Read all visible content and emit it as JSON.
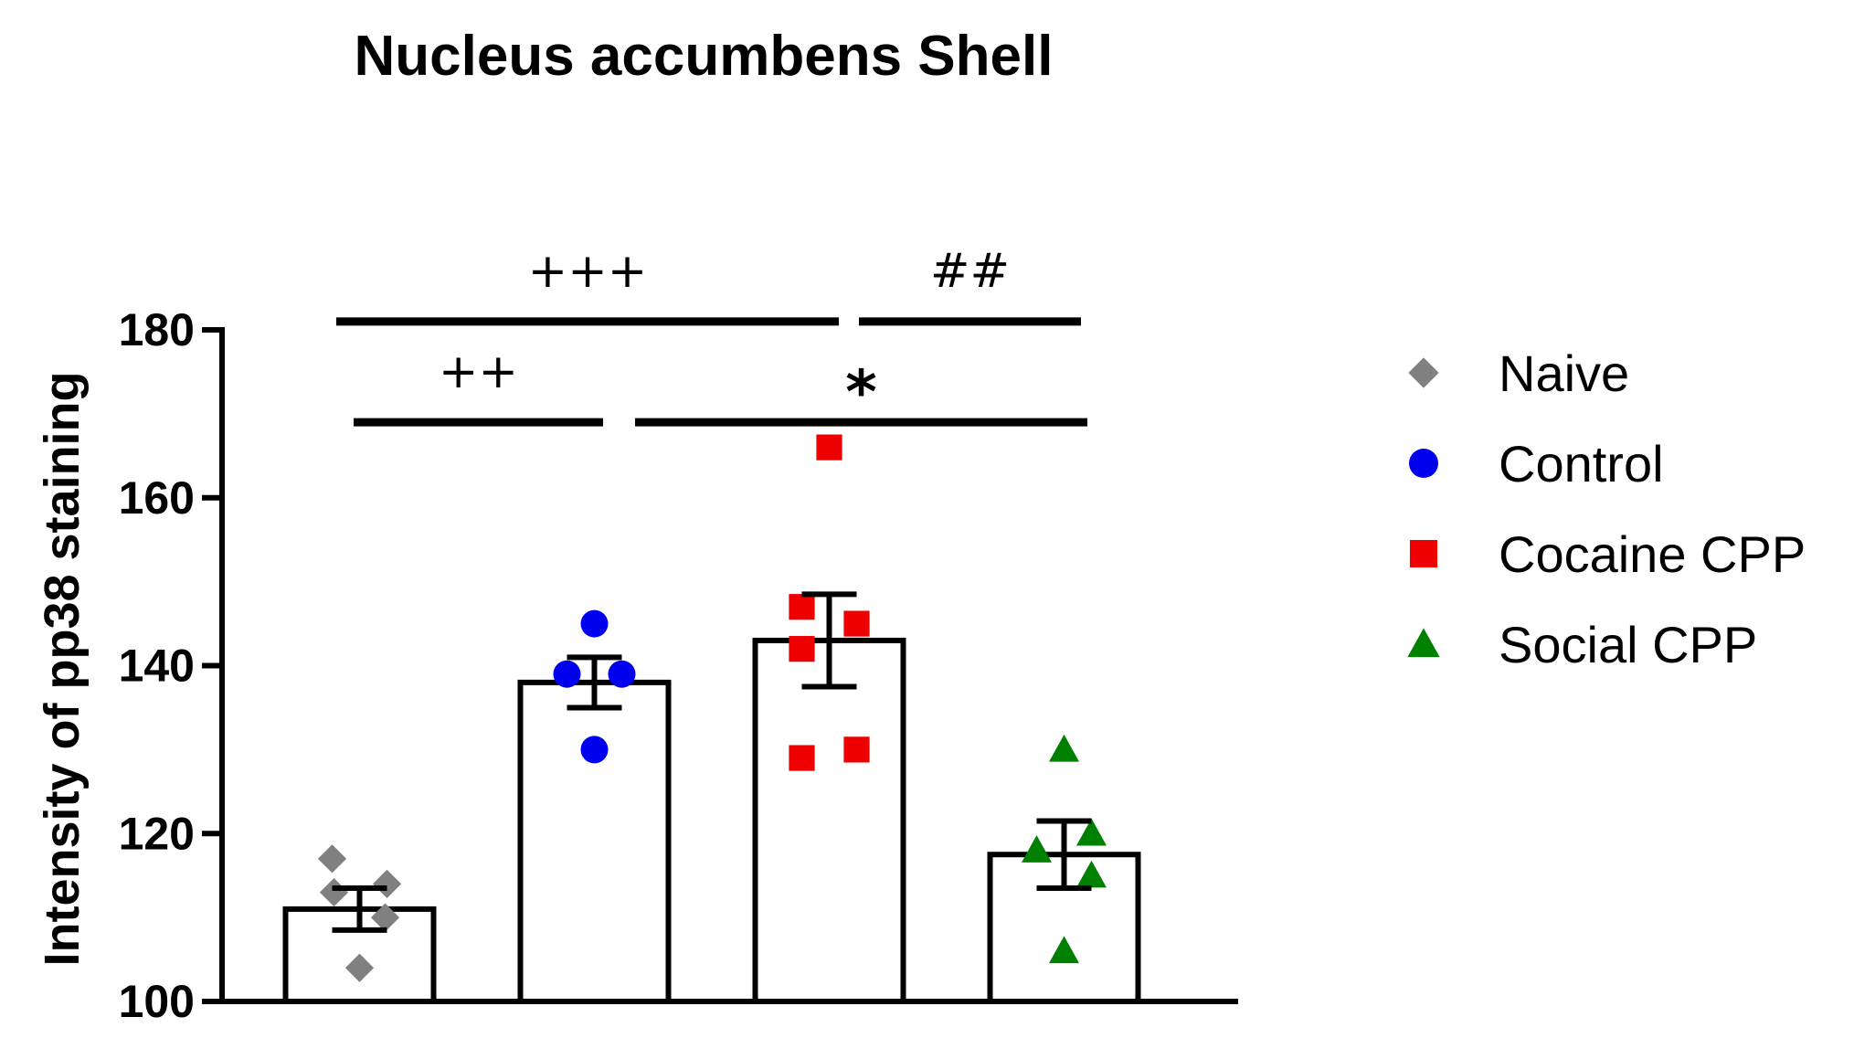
{
  "chart_data": {
    "type": "bar",
    "title": "Nucleus accumbens Shell",
    "ylabel": "Intensity of pp38 staining",
    "xlabel": "",
    "ylim": [
      100,
      180
    ],
    "yticks": [
      "100",
      "120",
      "140",
      "160",
      "180"
    ],
    "grid": false,
    "legend_position": "right",
    "categories": [
      "Naive",
      "Control",
      "Cocaine CPP",
      "Social CPP"
    ],
    "series": [
      {
        "name": "Naive",
        "mean": 111,
        "sem": 2.5,
        "marker": "diamond",
        "color": "#808080",
        "points": [
          117,
          113,
          114,
          110,
          104
        ]
      },
      {
        "name": "Control",
        "mean": 138,
        "sem": 3,
        "marker": "circle",
        "color": "#0000ee",
        "points": [
          145,
          139,
          139,
          130
        ]
      },
      {
        "name": "Cocaine CPP",
        "mean": 143,
        "sem": 5.5,
        "marker": "square",
        "color": "#ee0000",
        "points": [
          166,
          147,
          145,
          142,
          130,
          129
        ]
      },
      {
        "name": "Social CPP",
        "mean": 117.5,
        "sem": 4,
        "marker": "triangle",
        "color": "#008000",
        "points": [
          130,
          120,
          118,
          115,
          106
        ]
      }
    ],
    "annotations": [
      {
        "label": "+++",
        "from": 0,
        "to": 2,
        "level": 181
      },
      {
        "label": "##",
        "from": 2,
        "to": 3,
        "level": 181
      },
      {
        "label": "++",
        "from": 0,
        "to": 1,
        "level": 169
      },
      {
        "label": "*",
        "from": 1,
        "to": 3,
        "level": 169
      }
    ]
  }
}
